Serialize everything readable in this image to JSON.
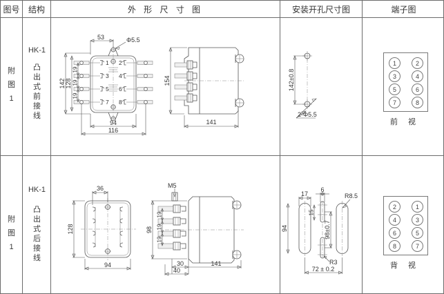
{
  "table": {
    "headers": [
      {
        "label": "图号"
      },
      {
        "label": "结构"
      },
      {
        "label": "外 形 尺 寸 图"
      },
      {
        "label": "安装开孔尺寸图"
      },
      {
        "label": "端子图"
      }
    ]
  },
  "rows": [
    {
      "fig_no_chars": [
        "附",
        "图",
        "1"
      ],
      "model": "HK-1",
      "structure_chars": [
        "凸",
        "出",
        "式",
        "前",
        "接",
        "线"
      ],
      "outline_front": {
        "dims": {
          "top_offset": "53",
          "hole_dia": "Φ5.5",
          "height_outer": "142",
          "height_inner": "128",
          "pitch": [
            "19",
            "19",
            "19"
          ],
          "width_inner": "94",
          "width_outer": "116"
        },
        "terminals": [
          "1",
          "2",
          "3",
          "4",
          "5",
          "6",
          "7",
          "8"
        ]
      },
      "outline_side": {
        "dims": {
          "height": "154",
          "depth": "141"
        }
      },
      "mount": {
        "dims": {
          "pitch": "142±0.8",
          "holes": "2-Φ5.5"
        }
      },
      "terminal_diagram": {
        "caption": "前 视",
        "left_column": [
          "1",
          "3",
          "5",
          "7"
        ],
        "right_column": [
          "2",
          "4",
          "6",
          "8"
        ]
      }
    },
    {
      "fig_no_chars": [
        "附",
        "图",
        "1"
      ],
      "model": "HK-1",
      "structure_chars": [
        "凸",
        "出",
        "式",
        "后",
        "接",
        "线"
      ],
      "outline_rear": {
        "dims": {
          "top_offset": "36",
          "height": "128",
          "width": "94"
        }
      },
      "outline_side": {
        "dims": {
          "screw": "M5",
          "height": "98",
          "pitch": [
            "19",
            "19",
            "19"
          ],
          "front_depth": "30",
          "flange_depth": "40",
          "depth": "141"
        }
      },
      "mount": {
        "dims": {
          "slot_height": "94",
          "slot_width": "17",
          "small_width": "6",
          "small_height": "15",
          "radius_large": "R8.5",
          "radius_small": "R3",
          "vert_pitch": "98±0.7",
          "horiz_pitch": "72 ± 0.2"
        }
      },
      "terminal_diagram": {
        "caption": "背 视",
        "left_column": [
          "2",
          "4",
          "6",
          "8"
        ],
        "right_column": [
          "1",
          "3",
          "5",
          "7"
        ]
      }
    }
  ]
}
